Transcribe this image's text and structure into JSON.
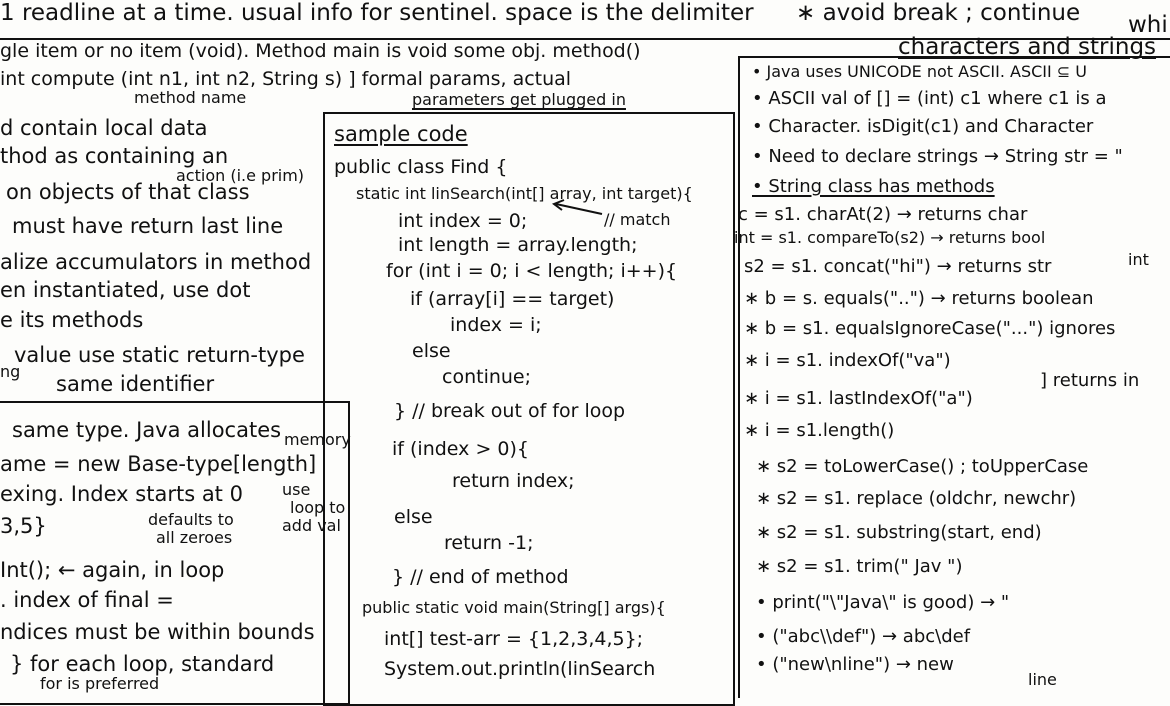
{
  "top_row": {
    "line1": "1 readline at a time. usual info for sentinel. space is the delimiter",
    "line1_right": "∗ avoid break ; continue",
    "line1_far_right": "whi"
  },
  "header": {
    "right_heading": "characters and strings"
  },
  "left_page": [
    "gle item or no item (void). Method main is void some obj. method()",
    "int compute (int n1, int n2, String s) ] formal params, actual",
    "method name",
    "parameters get plugged in",
    "d contain local data",
    "thod as containing an",
    "action (i.e prim)",
    "on objects of that class",
    "must have return last line",
    "alize accumulators in method",
    "en instantiated, use dot",
    "e its methods",
    "value use static return-type",
    "ng",
    "same identifier"
  ],
  "arrays_box": [
    "same type. Java allocates",
    "memory",
    "ame = new Base-type[length]",
    "exing. Index starts at 0",
    "use",
    "loop to",
    "add val",
    "defaults to",
    "all zeroes",
    "3,5}",
    "Int(); ← again, in loop",
    ". index of final =",
    "ndices must be within bounds",
    "} for each loop, standard",
    "for is preferred"
  ],
  "sample_code": {
    "title": "sample code",
    "lines": [
      "public class Find {",
      "static int linSearch(int[] array, int target){",
      "int index = 0;",
      "// match",
      "int length = array.length;",
      "for (int i = 0; i < length; i++){",
      "if (array[i] == target)",
      "index = i;",
      "else",
      "continue;",
      "} // break out of for loop",
      "if (index > 0){",
      "return index;",
      "else",
      "return -1;",
      "} // end of method",
      "public static void main(String[] args){",
      "int[] test-arr = {1,2,3,4,5};",
      "System.out.println(linSearch"
    ]
  },
  "strings_notes": [
    "• Java uses UNICODE not ASCII. ASCII ⊆ U",
    "• ASCII val of [] = (int) c1 where c1 is a",
    "• Character. isDigit(c1) and Character",
    "• Need to declare strings → String str = \"",
    "• String class has methods",
    "c = s1. charAt(2) → returns char",
    "int = s1. compareTo(s2) → returns bool",
    "int",
    "s2 = s1. concat(\"hi\") → returns str",
    "∗ b = s. equals(\"..\") → returns boolean",
    "∗ b = s1. equalsIgnoreCase(\"...\") ignores",
    "∗ i = s1. indexOf(\"va\")",
    "∗ i = s1. lastIndexOf(\"a\")",
    "] returns in",
    "∗ i = s1.length()",
    "∗ s2 = toLowerCase() ; toUpperCase",
    "∗ s2 = s1. replace (oldchr, newchr)",
    "∗ s2 = s1. substring(start, end)",
    "∗ s2 = s1. trim(\"   Jav   \")",
    "• print(\"\\\"Java\\\" is good) → \"",
    "• (\"abc\\\\def\") → abc\\def",
    "• (\"new\\nline\") → new",
    "line"
  ]
}
